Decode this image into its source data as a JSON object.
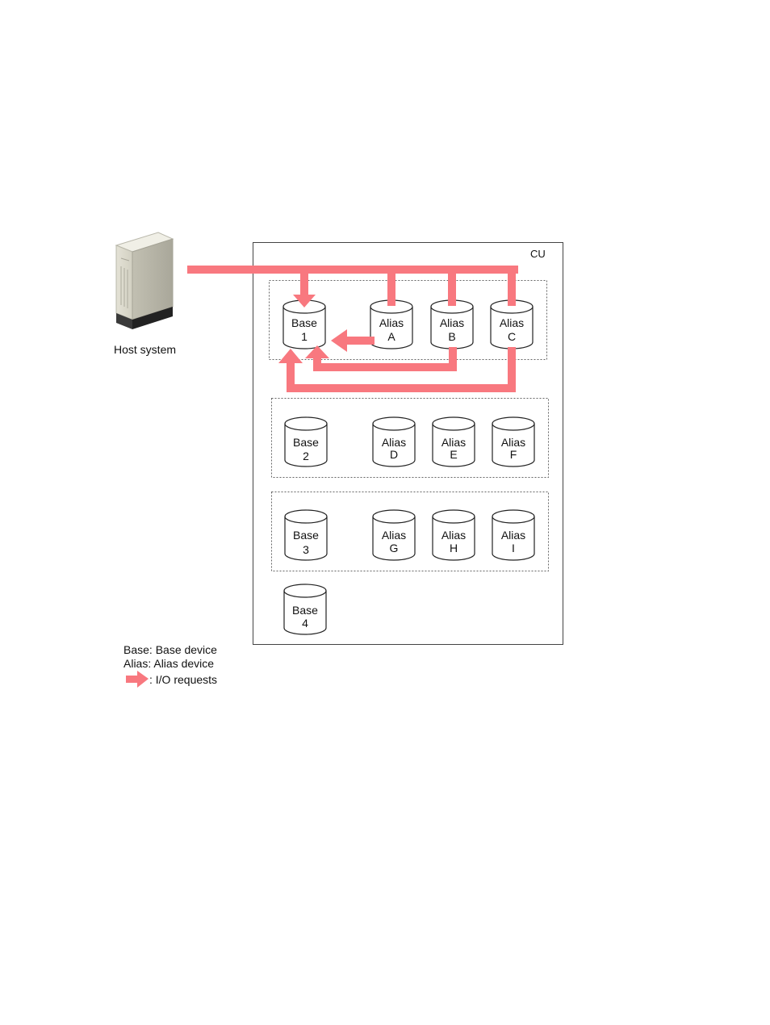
{
  "host": {
    "label": "Host system",
    "icon": "server-icon"
  },
  "cu": {
    "label": "CU"
  },
  "colors": {
    "io_arrow": "#f8787f",
    "stroke": "#222222",
    "group_border": "#666666"
  },
  "groups": [
    {
      "base": {
        "kind": "Base",
        "id": "1"
      },
      "aliases": [
        {
          "kind": "Alias",
          "id": "A"
        },
        {
          "kind": "Alias",
          "id": "B"
        },
        {
          "kind": "Alias",
          "id": "C"
        }
      ]
    },
    {
      "base": {
        "kind": "Base",
        "id": "2"
      },
      "aliases": [
        {
          "kind": "Alias",
          "id": "D"
        },
        {
          "kind": "Alias",
          "id": "E"
        },
        {
          "kind": "Alias",
          "id": "F"
        }
      ]
    },
    {
      "base": {
        "kind": "Base",
        "id": "3"
      },
      "aliases": [
        {
          "kind": "Alias",
          "id": "G"
        },
        {
          "kind": "Alias",
          "id": "H"
        },
        {
          "kind": "Alias",
          "id": "I"
        }
      ]
    }
  ],
  "standalone_base": {
    "kind": "Base",
    "id": "4"
  },
  "legend": {
    "base": "Base: Base device",
    "alias": "Alias: Alias device",
    "io": ": I/O requests"
  }
}
